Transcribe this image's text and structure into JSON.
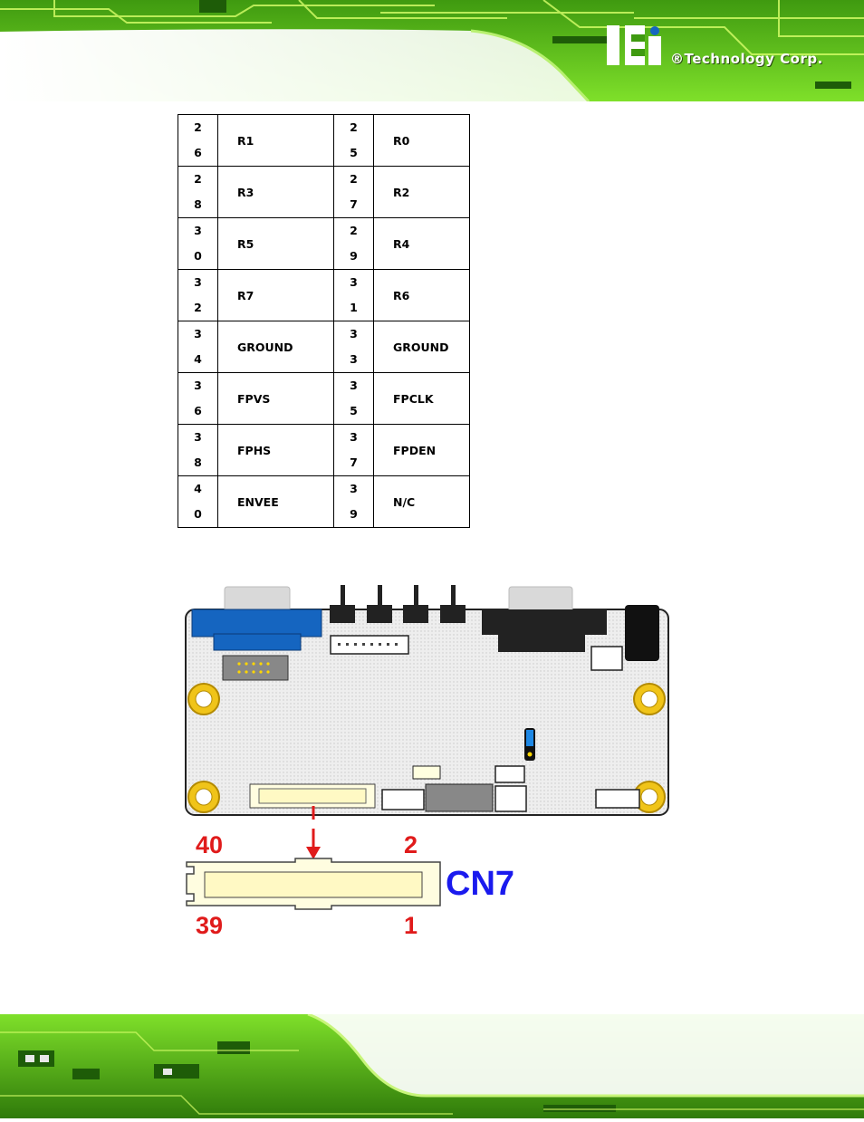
{
  "header": {
    "brand": "®Technology Corp.",
    "logo": "iEi"
  },
  "pin_table": {
    "rows": [
      {
        "pin_a": "26",
        "signal_a": "R1",
        "pin_b": "25",
        "signal_b": "R0"
      },
      {
        "pin_a": "28",
        "signal_a": "R3",
        "pin_b": "27",
        "signal_b": "R2"
      },
      {
        "pin_a": "30",
        "signal_a": "R5",
        "pin_b": "29",
        "signal_b": "R4"
      },
      {
        "pin_a": "32",
        "signal_a": "R7",
        "pin_b": "31",
        "signal_b": "R6"
      },
      {
        "pin_a": "34",
        "signal_a": "GROUND",
        "pin_b": "33",
        "signal_b": "GROUND"
      },
      {
        "pin_a": "36",
        "signal_a": "FPVS",
        "pin_b": "35",
        "signal_b": "FPCLK"
      },
      {
        "pin_a": "38",
        "signal_a": "FPHS",
        "pin_b": "37",
        "signal_b": "FPDEN"
      },
      {
        "pin_a": "40",
        "signal_a": "ENVEE",
        "pin_b": "39",
        "signal_b": "N/C"
      }
    ]
  },
  "connector": {
    "name": "CN7",
    "pin_top_left": "40",
    "pin_top_right": "2",
    "pin_bottom_left": "39",
    "pin_bottom_right": "1"
  },
  "colors": {
    "pcb_green": "#5fcf16",
    "label_red": "#e01b1b",
    "label_blue": "#1a1aee",
    "vga_blue": "#1565c0"
  }
}
